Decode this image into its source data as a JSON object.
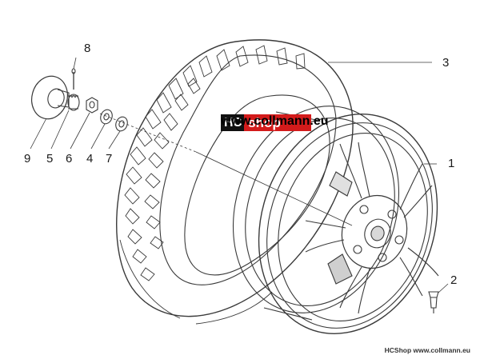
{
  "callouts": {
    "c1": "1",
    "c2": "2",
    "c3": "3",
    "c4": "4",
    "c5": "5",
    "c6": "6",
    "c7": "7",
    "c8": "8",
    "c9": "9"
  },
  "logo": {
    "part1": "HC",
    "part2": "shop",
    "tagline": "www.collmann.eu"
  },
  "footer": "HCShop www.collmann.eu",
  "colors": {
    "logo_red": "#d31b1b",
    "logo_black": "#111111",
    "line": "#3a3a3a"
  }
}
